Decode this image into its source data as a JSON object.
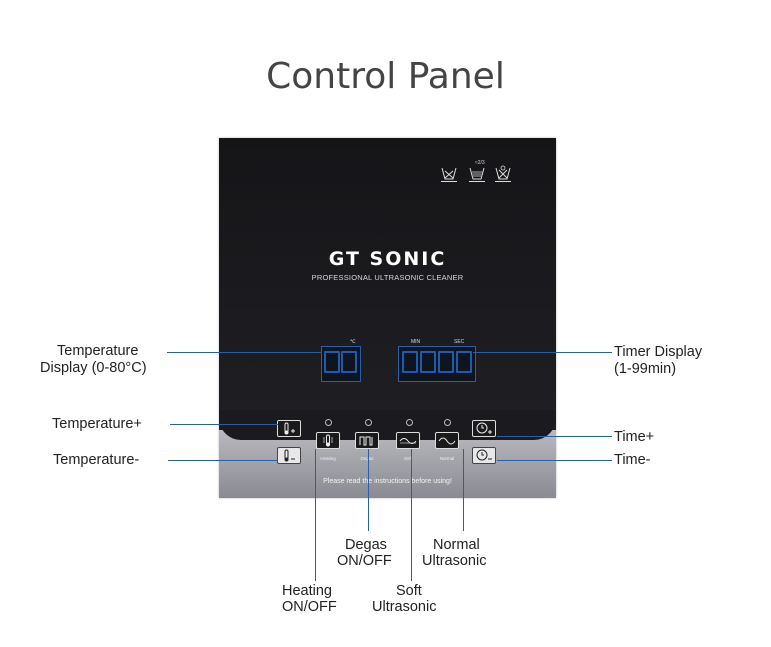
{
  "title": "Control Panel",
  "panel": {
    "brand": "GT SONIC",
    "subtitle": "PROFESSIONAL ULTRASONIC CLEANER",
    "temp_unit": "℃",
    "timer_units": {
      "min": "MIN",
      "sec": "SEC"
    },
    "top_icon_badge": "≈2/3",
    "buttons": [
      {
        "id": "heating",
        "label": "Heating"
      },
      {
        "id": "degas",
        "label": "Degas"
      },
      {
        "id": "soft",
        "label": "Soft"
      },
      {
        "id": "normal",
        "label": "Normal"
      }
    ],
    "notice": "Please read the instructions before using!"
  },
  "annotations": {
    "temp_display_line1": "Temperature",
    "temp_display_line2": "Display (0-80°C)",
    "timer_display_line1": "Timer Display",
    "timer_display_line2": "(1-99min)",
    "temp_plus": "Temperature+",
    "temp_minus": "Temperature-",
    "time_plus": "Time+",
    "time_minus": "Time-",
    "degas_line1": "Degas",
    "degas_line2": "ON/OFF",
    "normal_line1": "Normal",
    "normal_line2": "Ultrasonic",
    "heating_line1": "Heating",
    "heating_line2": "ON/OFF",
    "soft_line1": "Soft",
    "soft_line2": "Ultrasonic"
  },
  "colors": {
    "accent": "#2a5fa8",
    "panel": "#1b1b1f"
  }
}
